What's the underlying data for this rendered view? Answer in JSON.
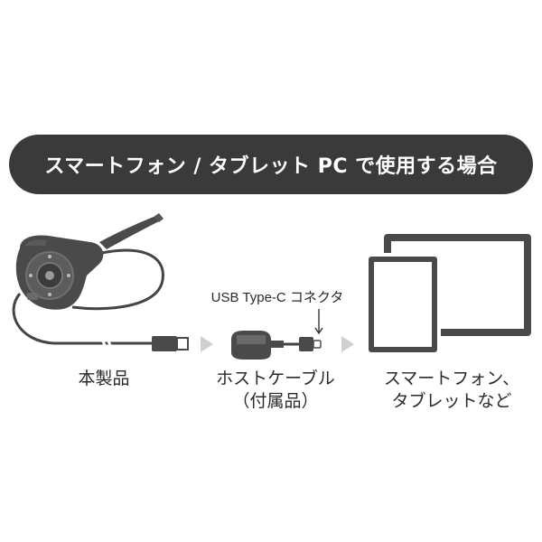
{
  "banner": {
    "title": "スマートフォン / タブレット PC で使用する場合"
  },
  "steps": [
    {
      "label_line1": "本製品",
      "label_line2": ""
    },
    {
      "label_line1": "ホストケーブル",
      "label_line2": "（付属品）"
    },
    {
      "label_line1": "スマートフォン、",
      "label_line2": "タブレットなど"
    }
  ],
  "callout": {
    "connector": "USB Type-C コネクタ"
  },
  "icons": [
    "endoscope-camera-icon",
    "usb-a-plug-icon",
    "host-cable-icon",
    "usb-c-plug-icon",
    "tablet-icon",
    "smartphone-icon",
    "flow-arrow-icon",
    "down-arrow-icon"
  ],
  "colors": {
    "banner_bg": "#3a3a3a",
    "device": "#4a4a4a",
    "arrow": "#d0d0d0"
  }
}
